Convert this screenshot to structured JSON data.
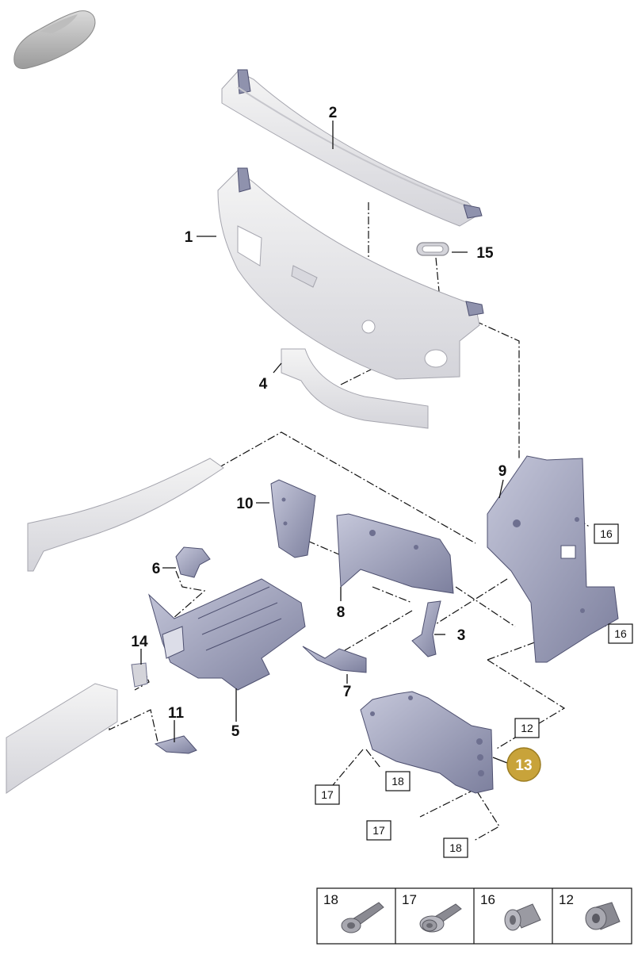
{
  "diagram": {
    "part_numbers": [
      "1",
      "2",
      "3",
      "4",
      "5",
      "6",
      "7",
      "8",
      "9",
      "10",
      "11",
      "14",
      "15"
    ],
    "highlighted_part": "13",
    "boxed_refs": [
      "12",
      "16",
      "16",
      "17",
      "17",
      "18",
      "18"
    ],
    "labels": {
      "p1": "1",
      "p2": "2",
      "p3": "3",
      "p4": "4",
      "p5": "5",
      "p6": "6",
      "p7": "7",
      "p8": "8",
      "p9": "9",
      "p10": "10",
      "p11": "11",
      "p14": "14",
      "p15": "15",
      "p13": "13",
      "b12": "12",
      "b16a": "16",
      "b16b": "16",
      "b17a": "17",
      "b17b": "17",
      "b18a": "18",
      "b18b": "18"
    },
    "legend": [
      {
        "number": "18",
        "icon": "torx-bolt-long-icon"
      },
      {
        "number": "17",
        "icon": "torx-bolt-flanged-icon"
      },
      {
        "number": "16",
        "icon": "rivet-nut-icon"
      },
      {
        "number": "12",
        "icon": "nut-sleeve-icon"
      }
    ],
    "colors": {
      "highlight": "#c8a33a",
      "part": "#8f92ad",
      "outline": "#111111"
    }
  }
}
